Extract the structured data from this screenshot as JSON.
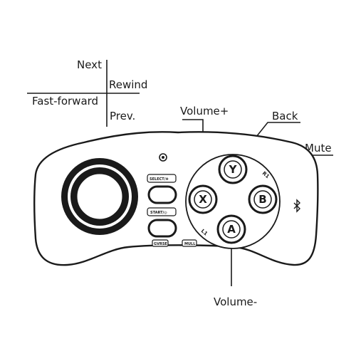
{
  "labels": {
    "next": "Next",
    "rewind": "Rewind",
    "fast_forward": "Fast-forward",
    "prev": "Prev.",
    "volume_plus": "Volume+",
    "back": "Back",
    "mute": "Mute",
    "volume_minus": "Volume-"
  },
  "controller": {
    "buttons": {
      "y": "Y",
      "x": "X",
      "b": "B",
      "a": "A"
    },
    "small_buttons": {
      "select": "SELECT/✚",
      "start": "START/◎",
      "mode_left": "GVRSE",
      "mode_right": "MULL"
    },
    "shoulder": {
      "r1": "R1",
      "l1": "L1"
    }
  },
  "colors": {
    "line": "#1a1a1a",
    "background": "#ffffff"
  }
}
